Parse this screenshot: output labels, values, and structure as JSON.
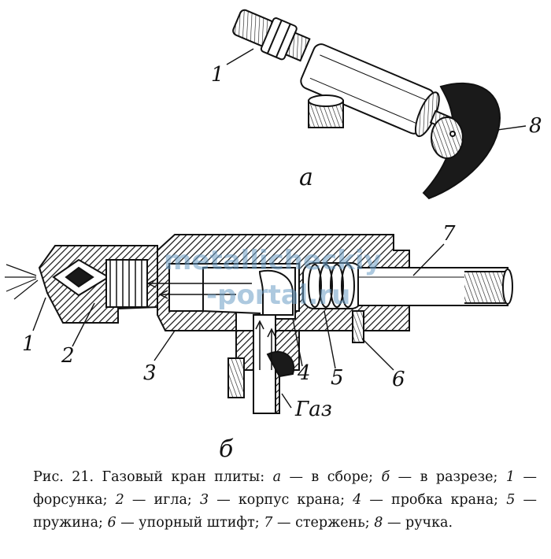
{
  "figure": {
    "part_labels": {
      "a1": "1",
      "a8": "8",
      "b1": "1",
      "b2": "2",
      "b3": "3",
      "b4": "4",
      "b5": "5",
      "b6": "6",
      "b7": "7"
    },
    "view_a_label": "а",
    "view_b_label": "б",
    "gas_label": "Газ",
    "watermark_line1": "metallicheckiy",
    "watermark_line2": "-portal.ru"
  },
  "caption": {
    "lead": "Рис. 21. Газовый кран плиты:",
    "items": [
      {
        "key": "а",
        "text": "— в сборе;"
      },
      {
        "key": "б",
        "text": "— в разрезе;"
      },
      {
        "key": "1",
        "text": "— форсунка;"
      },
      {
        "key": "2",
        "text": "— игла;"
      },
      {
        "key": "3",
        "text": "— корпус крана;"
      },
      {
        "key": "4",
        "text": "— пробка крана;"
      },
      {
        "key": "5",
        "text": "— пружина;"
      },
      {
        "key": "6",
        "text": "— упорный штифт;"
      },
      {
        "key": "7",
        "text": "— стержень;"
      },
      {
        "key": "8",
        "text": "— ручка."
      }
    ]
  }
}
